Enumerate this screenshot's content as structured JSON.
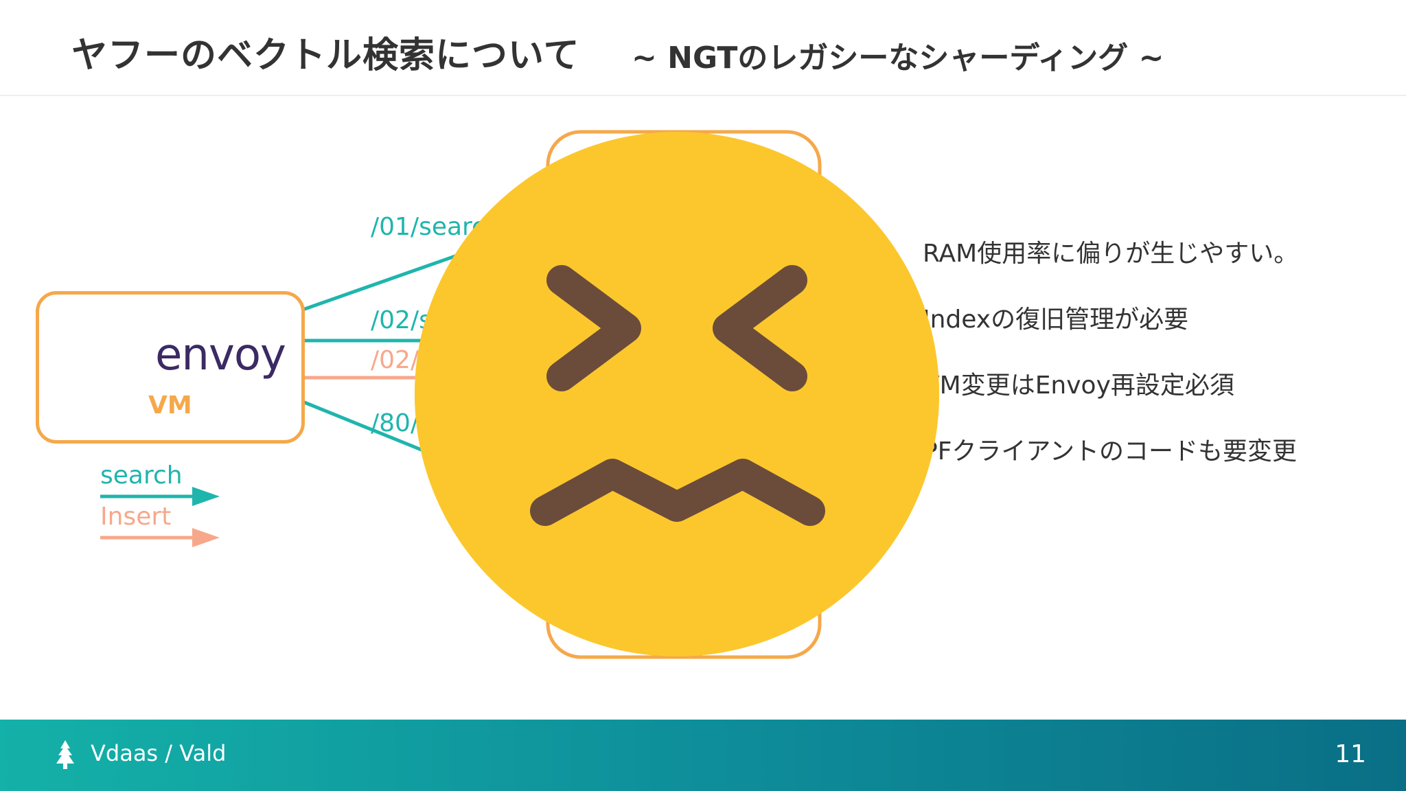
{
  "header": {
    "title": "ヤフーのベクトル検索について",
    "subtitle": "~ NGTのレガシーなシャーディング ~"
  },
  "diagram": {
    "envoy_wordmark": "envoy",
    "vm_label": "VM",
    "routes": [
      {
        "label": "/01/searc",
        "kind": "search"
      },
      {
        "label": "/02/s",
        "kind": "search"
      },
      {
        "label": "/02/",
        "kind": "insert"
      },
      {
        "label": "/80/",
        "kind": "search"
      }
    ],
    "legend": {
      "search_label": "search",
      "insert_label": "Insert"
    }
  },
  "overlay": {
    "emoji": "confounded-face-emoji"
  },
  "bullets": [
    "RAM使用率に偏りが生じやすい。",
    "Indexの復旧管理が必要",
    "VM変更はEnvoy再設定必須",
    "PFクライアントのコードも要変更"
  ],
  "footer": {
    "brand": "Vdaas / Vald",
    "page_number": "11"
  },
  "colors": {
    "search": "#1fb5ad",
    "insert": "#f7a88a",
    "box_border": "#f5a84a",
    "emoji_face": "#fcc72d",
    "emoji_features": "#6b4c3b",
    "footer_start": "#14b1a8",
    "footer_end": "#0a6f86"
  }
}
